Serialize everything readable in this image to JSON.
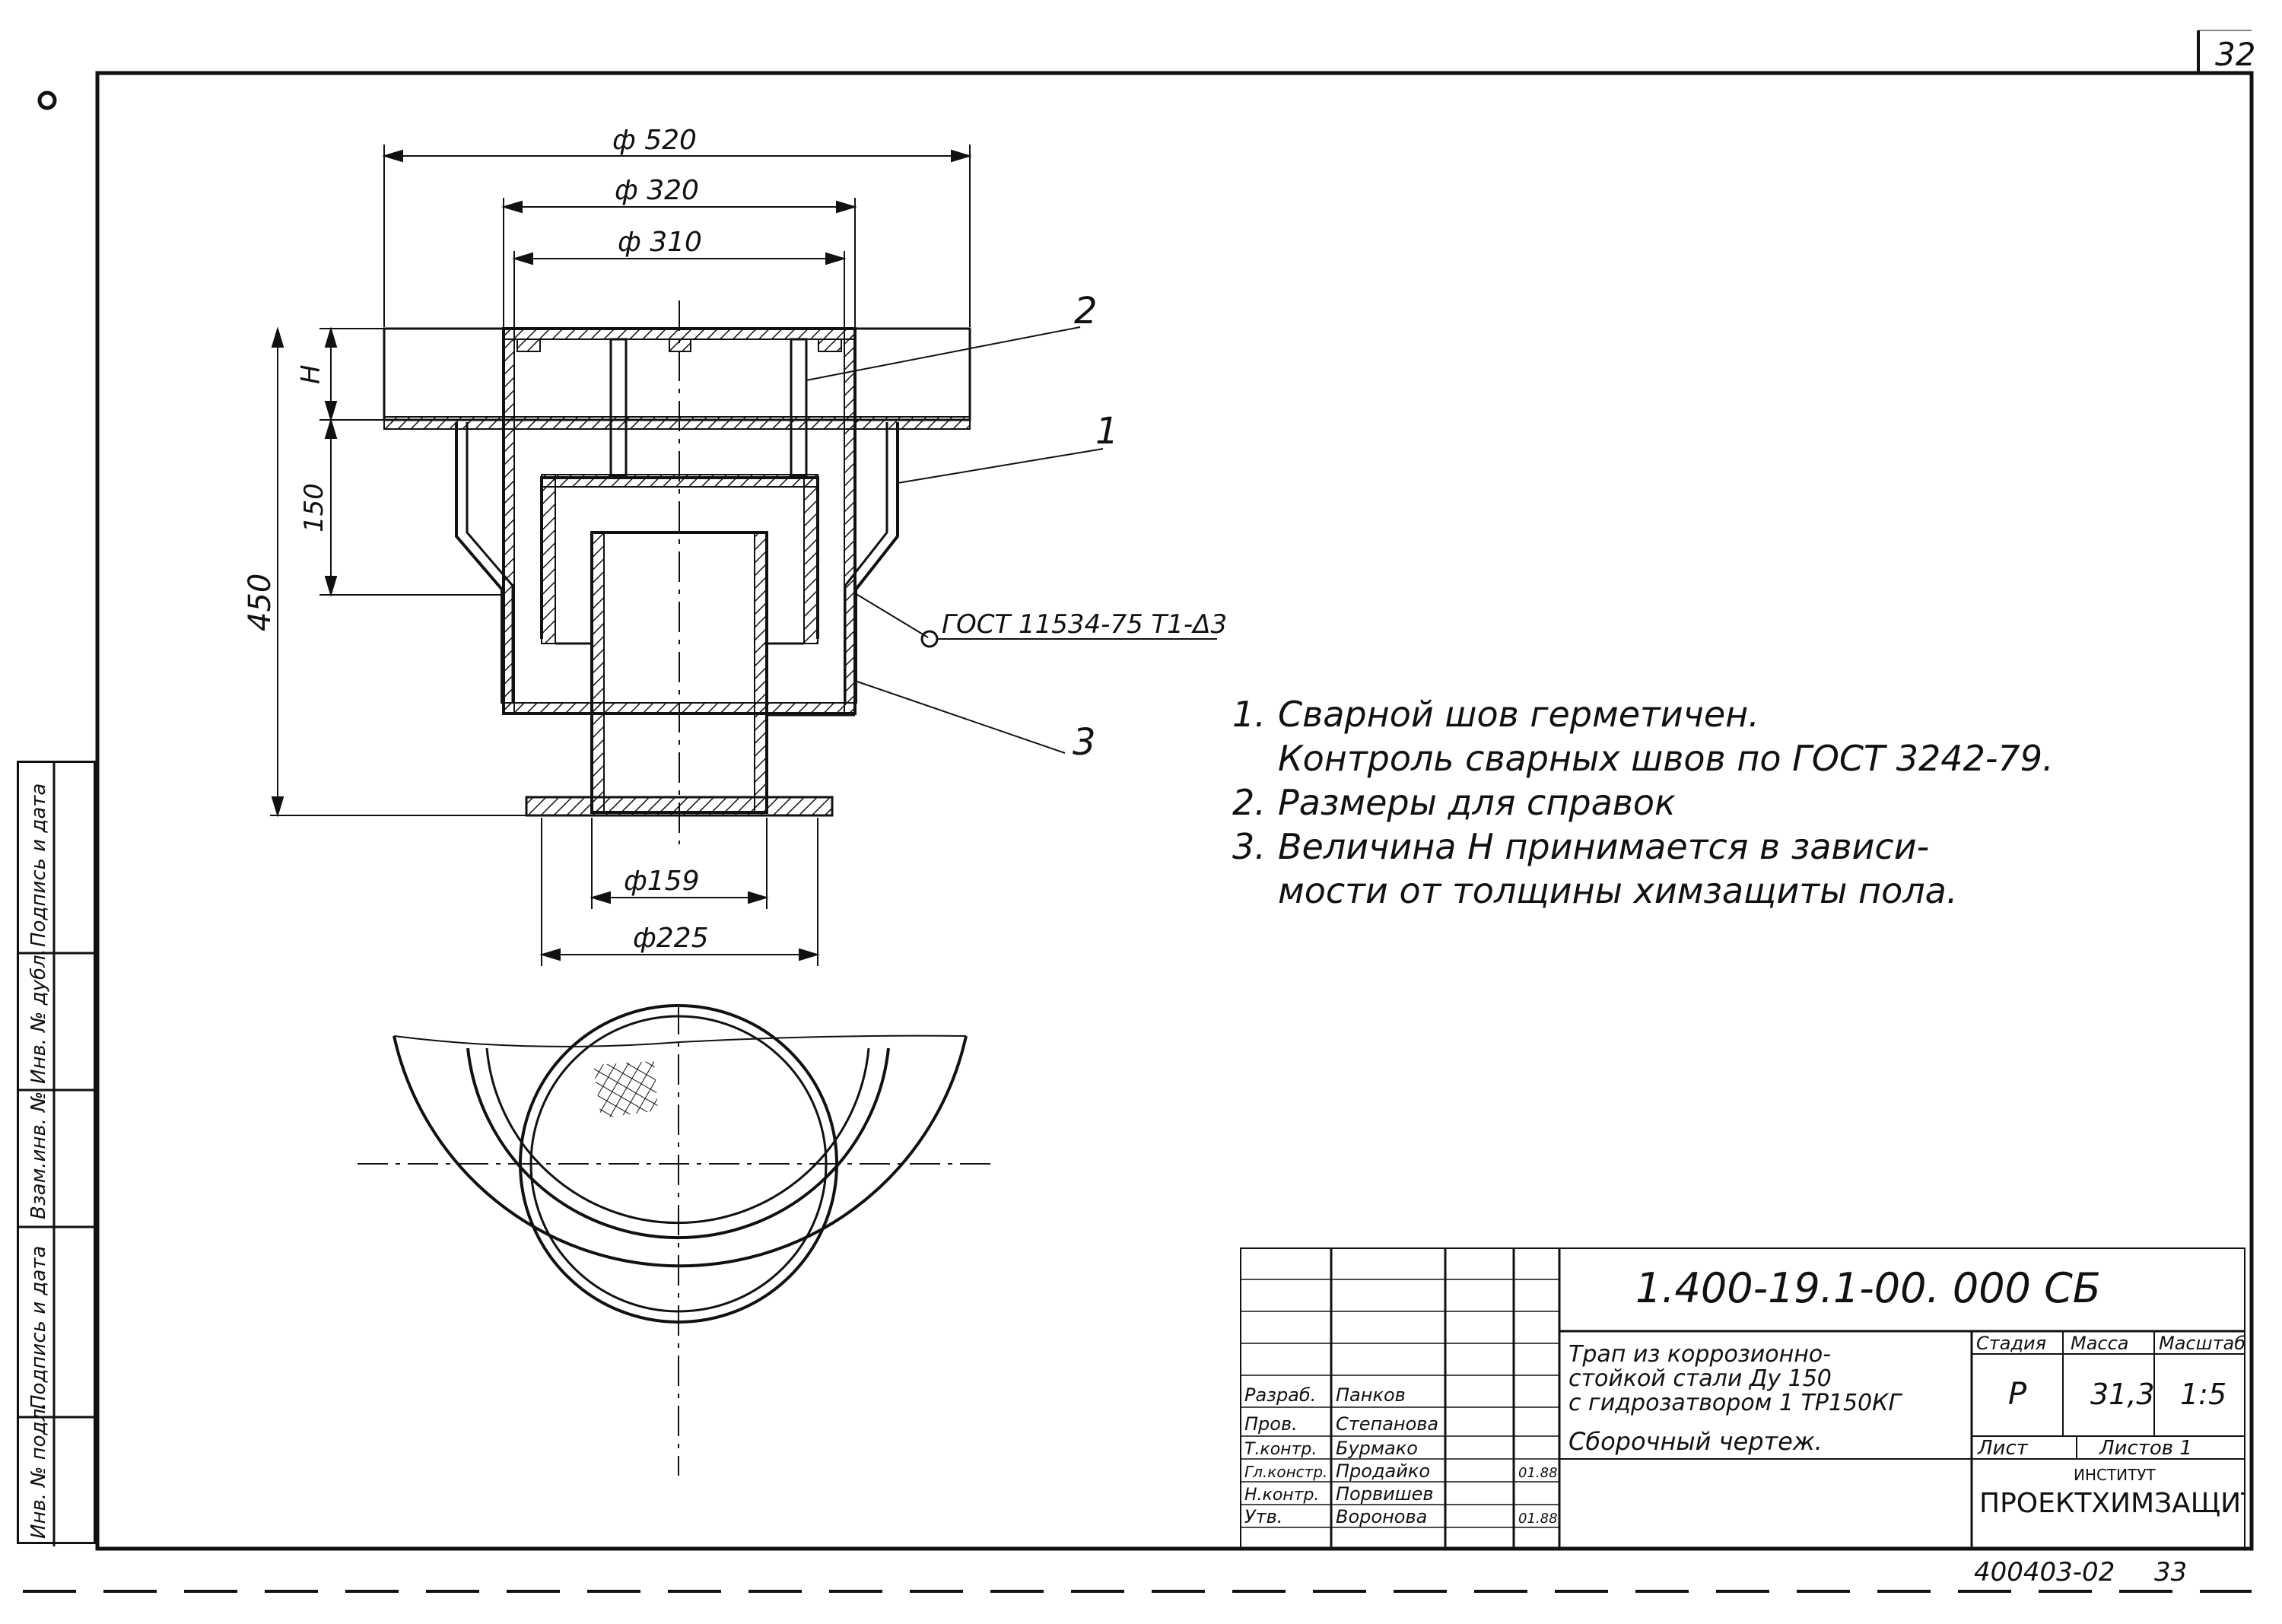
{
  "sheet_number": "32",
  "archive_code": "400403-02",
  "archive_page": "33",
  "dimensions": {
    "d520": "ф 520",
    "d320": "ф 320",
    "d310": "ф 310",
    "d159": "ф159",
    "d225": "ф225",
    "h": "H",
    "h150": "150",
    "h450": "450"
  },
  "callouts": [
    "2",
    "1",
    "3"
  ],
  "weld_symbol": "ГОСТ 11534-75 Т1-Δ3",
  "notes": [
    {
      "num": "1.",
      "text": "Сварной шов герметичен."
    },
    {
      "num": "",
      "text": "Контроль сварных швов по ГОСТ 3242-79."
    },
    {
      "num": "2.",
      "text": "Размеры для справок"
    },
    {
      "num": "3.",
      "text": "Величина Н принимается в зависи-"
    },
    {
      "num": "",
      "text": "мости от толщины химзащиты пола."
    }
  ],
  "side_stamp": [
    "Инв. № подл.",
    "Подпись и дата",
    "Взам.инв. №",
    "Инв. № дубл.",
    "Подпись и дата"
  ],
  "title_block": {
    "designation": "1.400-19.1-00. 000 СБ",
    "title_line1": "Трап из коррозионно-",
    "title_line2": "стойкой стали Ду 150",
    "title_line3": "с гидрозатвором 1 ТР150КГ",
    "doc_type": "Сборочный чертеж.",
    "stage_label": "Стадия",
    "mass_label": "Масса",
    "scale_label": "Масштаб",
    "stage": "Р",
    "mass": "31,3",
    "scale": "1:5",
    "sheet_label": "Лист",
    "sheets_label": "Листов 1",
    "institute_label": "ИНСТИТУТ",
    "institute": "ПРОЕКТХИМЗАЩИТА",
    "date_mark": "01.88",
    "date_mark2": "01.88",
    "signers": [
      {
        "role": "Разраб.",
        "name": "Панков"
      },
      {
        "role": "Пров.",
        "name": "Степанова"
      },
      {
        "role": "Т.контр.",
        "name": "Бурмако"
      },
      {
        "role": "Гл.констр.",
        "name": "Продайко"
      },
      {
        "role": "Н.контр.",
        "name": "Порвишев"
      },
      {
        "role": "Утв.",
        "name": "Воронова"
      }
    ]
  }
}
